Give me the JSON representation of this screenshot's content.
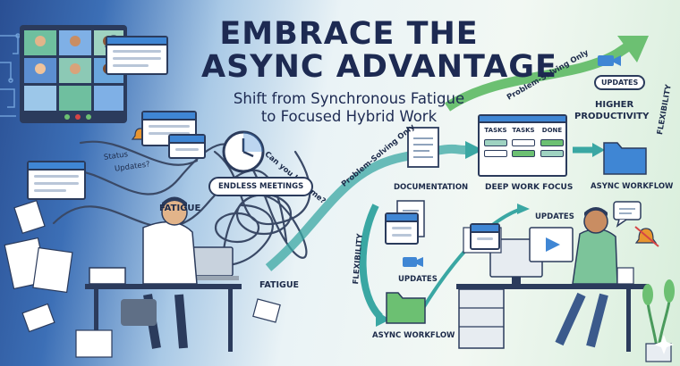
{
  "title": {
    "line1": "EMBRACE THE",
    "line2": "ASYNC ADVANTAGE"
  },
  "subtitle": {
    "line1": "Shift from Synchronous Fatigue",
    "line2": "to Focused Hybrid Work"
  },
  "left_side": {
    "status_updates": "Status\nUpdates?",
    "status_line1": "Status",
    "status_line2": "Updates?",
    "can_you_hear_me": "Can you hear me?",
    "endless_meetings": "ENDLESS MEETINGS",
    "fatigue_top": "FATIGUE",
    "fatigue_bottom": "FATIGUE"
  },
  "flow": {
    "problem_solving_mid": "Problem-Solving Only",
    "problem_solving_top": "Problem-Solving Only",
    "documentation": "DOCUMENTATION",
    "deep_work_focus": "DEEP WORK FOCUS",
    "async_workflow_right": "ASYNC WORKFLOW",
    "higher_productivity_1": "HIGHER",
    "higher_productivity_2": "PRODUCTIVITY",
    "flexibility_right": "FLEXIBILITY",
    "updates_top": "UPDATES",
    "flexibility_left": "FLEXIBILITY",
    "updates_mid": "UPDATES",
    "async_workflow_bottom": "ASYNC WORKFLOW",
    "updates_desk": "UPDATES"
  },
  "kanban": {
    "columns": [
      "TASKS",
      "TASKS",
      "DONE"
    ]
  },
  "colors": {
    "navy": "#1d2a52",
    "accent_blue": "#3f86d4",
    "teal": "#3aa7a3",
    "green": "#6cc072",
    "orange": "#e8952f"
  }
}
